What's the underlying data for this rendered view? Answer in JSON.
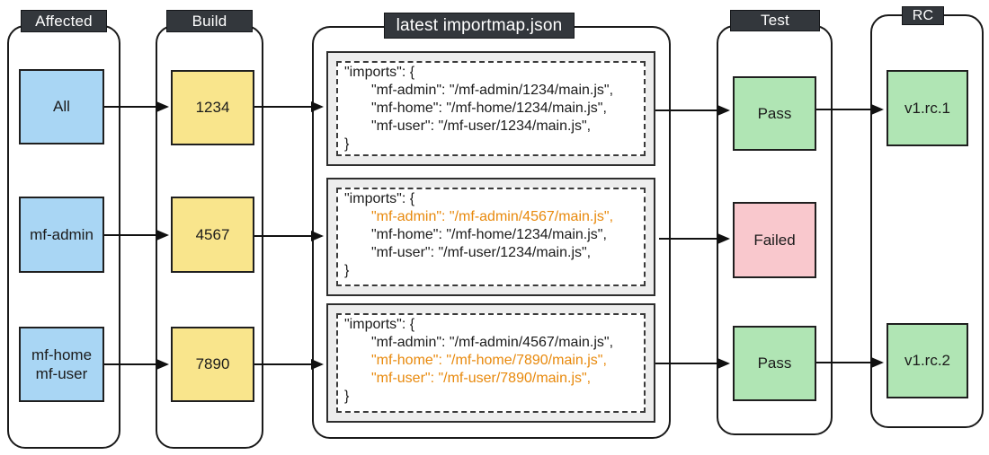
{
  "colors": {
    "affected_box": "#a9d6f4",
    "build_box": "#f9e58c",
    "pass_box": "#b0e5b4",
    "failed_box": "#f9c8cd",
    "header_bg": "#33373c",
    "header_text": "#ffffff",
    "panel_bg": "#ededed",
    "highlight_text": "#e8890c"
  },
  "headers": {
    "affected": "Affected",
    "build": "Build",
    "importmap": "latest importmap.json",
    "test": "Test",
    "rc": "RC"
  },
  "rows": [
    {
      "affected": "All",
      "build": "1234",
      "importmap": {
        "open": "\"imports\": {",
        "lines": [
          {
            "text": "\"mf-admin\": \"/mf-admin/1234/main.js\",",
            "highlight": false
          },
          {
            "text": "\"mf-home\": \"/mf-home/1234/main.js\",",
            "highlight": false
          },
          {
            "text": "\"mf-user\": \"/mf-user/1234/main.js\",",
            "highlight": false
          }
        ],
        "close": "}"
      },
      "test": "Pass",
      "rc": "v1.rc.1"
    },
    {
      "affected": "mf-admin",
      "build": "4567",
      "importmap": {
        "open": "\"imports\": {",
        "lines": [
          {
            "text": "\"mf-admin\": \"/mf-admin/4567/main.js\",",
            "highlight": true
          },
          {
            "text": "\"mf-home\": \"/mf-home/1234/main.js\",",
            "highlight": false
          },
          {
            "text": "\"mf-user\": \"/mf-user/1234/main.js\",",
            "highlight": false
          }
        ],
        "close": "}"
      },
      "test": "Failed",
      "rc": null
    },
    {
      "affected": "mf-home\nmf-user",
      "build": "7890",
      "importmap": {
        "open": "\"imports\": {",
        "lines": [
          {
            "text": "\"mf-admin\": \"/mf-admin/4567/main.js\",",
            "highlight": false
          },
          {
            "text": "\"mf-home\": \"/mf-home/7890/main.js\",",
            "highlight": true
          },
          {
            "text": "\"mf-user\": \"/mf-user/7890/main.js\",",
            "highlight": true
          }
        ],
        "close": "}"
      },
      "test": "Pass",
      "rc": "v1.rc.2"
    }
  ]
}
